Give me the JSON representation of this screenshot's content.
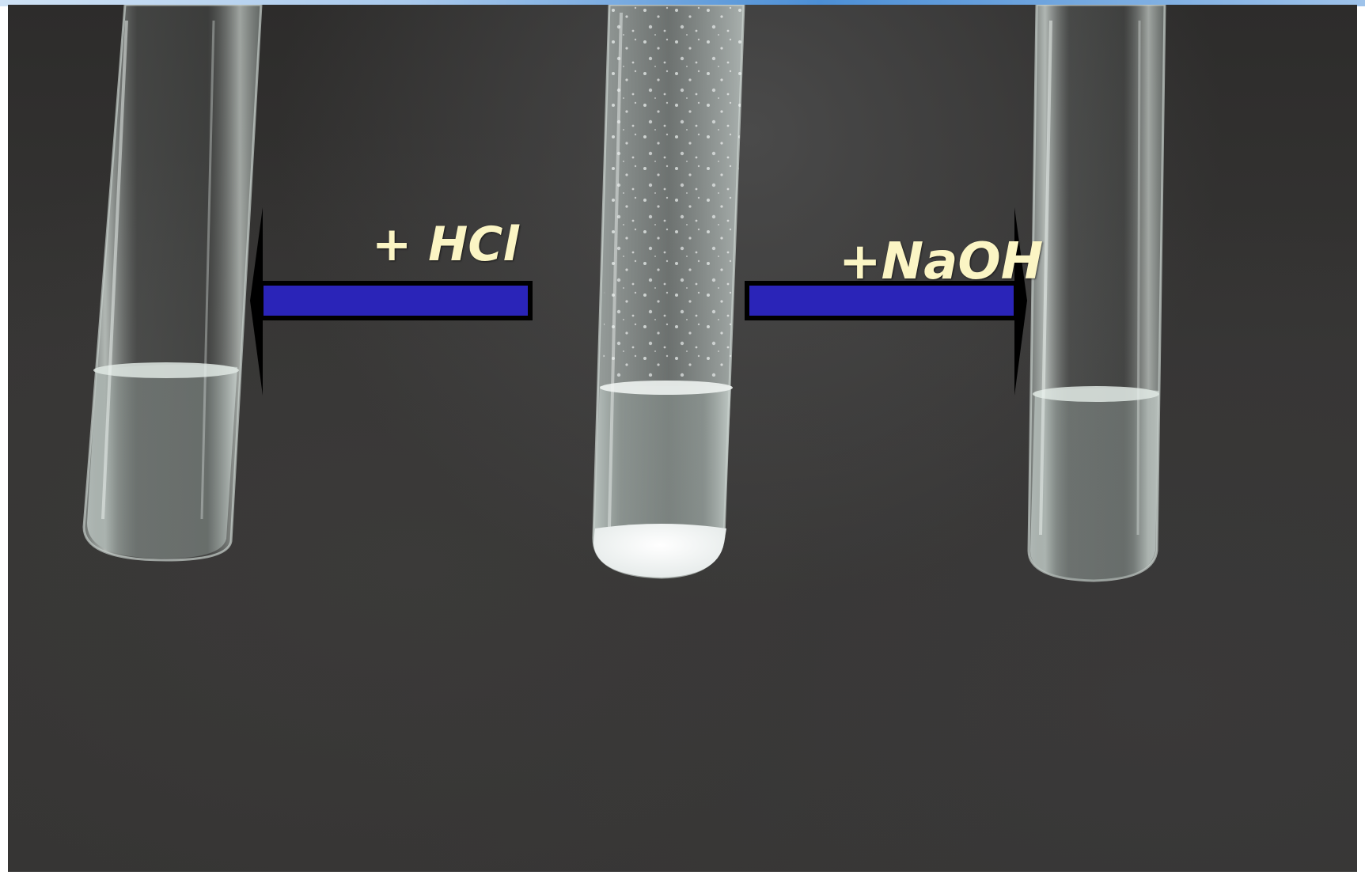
{
  "labels": {
    "hcl": "+ HCl",
    "naoh": "+NaOH"
  },
  "colors": {
    "background": "#353433",
    "arrow_fill": "#2a24b8",
    "arrow_outline": "#000000",
    "label_text": "#fbf5c4"
  },
  "objects": {
    "left_tube": "test-tube-clear-solution",
    "center_tube": "test-tube-white-precipitate",
    "right_tube": "test-tube-clear-solution"
  }
}
